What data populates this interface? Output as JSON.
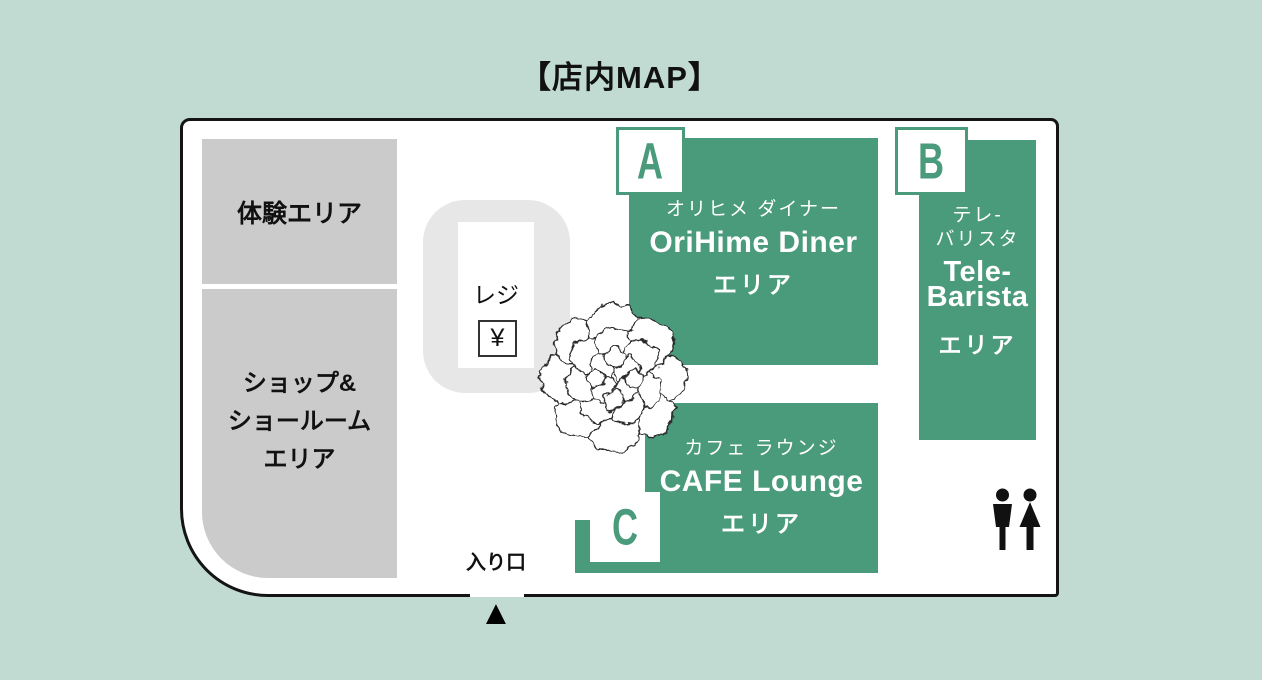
{
  "title": "【店内MAP】",
  "colors": {
    "background": "#c1dbd2",
    "green": "#4a9a7c",
    "gray": "#cbcbcb",
    "ring_gray": "#e7e7e7",
    "line": "#141414"
  },
  "areas": {
    "experience": {
      "label": "体験エリア"
    },
    "shop": {
      "line1": "ショップ&",
      "line2": "ショールーム",
      "line3": "エリア"
    },
    "register": {
      "label": "レジ",
      "symbol": "¥"
    },
    "diner": {
      "badge": "A",
      "name_jp": "オリヒメ ダイナー",
      "name_en": "OriHime Diner",
      "suffix": "エリア"
    },
    "barista": {
      "badge": "B",
      "name_jp_1": "テレ-",
      "name_jp_2": "バリスタ",
      "name_en_1": "Tele-",
      "name_en_2": "Barista",
      "suffix": "エリア"
    },
    "cafe": {
      "badge": "C",
      "name_jp": "カフェ ラウンジ",
      "name_en": "CAFE Lounge",
      "suffix": "エリア"
    }
  },
  "entrance": {
    "label": "入り口",
    "marker": "▲"
  }
}
